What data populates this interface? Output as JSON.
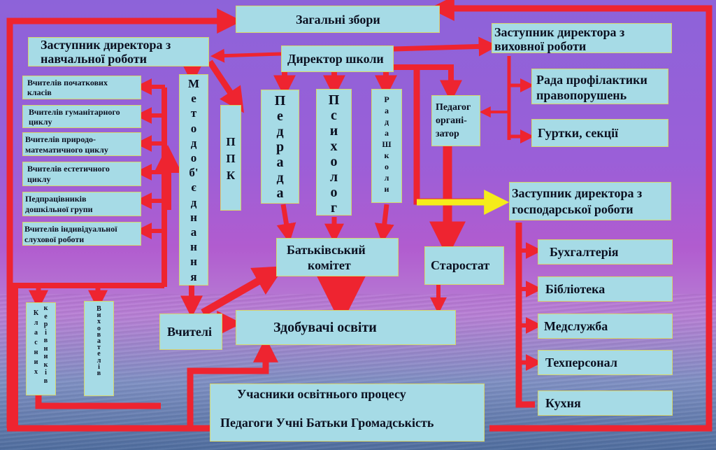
{
  "general_meeting": "Загальні збори",
  "director": "Директор школи",
  "deputy_academic": [
    "Заступник директора з",
    "навчальної роботи"
  ],
  "deputy_upbringing": [
    "Заступник директора з",
    "виховної роботи"
  ],
  "deputy_economic": [
    "Заступник директора з",
    "господарської роботи"
  ],
  "crime_prevention_council": [
    "Рада профілактики",
    "правопорушень"
  ],
  "clubs_sections": "Гуртки, секції",
  "teacher_groups": [
    [
      "Вчителів початкових",
      "класів"
    ],
    [
      "Вчителів гуманітарного",
      "циклу"
    ],
    [
      "Вчителів природо-",
      "математичного циклу"
    ],
    [
      "Вчителів естетичного",
      "циклу"
    ],
    [
      "Педпрацівників",
      "дошкільної групи"
    ],
    [
      "Вчителів індивідуальної",
      "слухової роботи"
    ]
  ],
  "methodical_associations": "М\nе\nт\nо\nд\nо\nб'\nє\nд\nн\nа\nн\nн\nя",
  "ppk": "П\nП\nК",
  "pedagogical_council": "П\nе\nд\nр\nа\nд\nа",
  "psychologist": "П\nс\nи\nх\nо\nл\nо\nг",
  "school_council": "Р\nа\nд\nа\nШ\nк\nо\nл\nи",
  "pedagogue_organizer": [
    "Педагог",
    "оргaні-",
    "затор"
  ],
  "class_teachers": "К\nл\nа\nс\nн\nи\nх",
  "class_teachers_2": "к\nе\nр\nі\nв\nн\nи\nк\nі\nв",
  "educators": "В\nи\nх\nо\nв\nа\nт\nе\nл\nі\nв",
  "parents_committee": [
    "Батьківський",
    "комітет"
  ],
  "head_of_class_leaders": "Старостат",
  "teachers": "Вчителі",
  "students": "Здобувачі освіти",
  "participants_title": "Учасники освітнього процесу",
  "participants_list": "Педагоги  Учні  Батьки  Громадськість",
  "services": [
    "Бухгалтерія",
    "Бібліотека",
    "Медслужба",
    "Техперсонал",
    "Кухня"
  ],
  "colors": {
    "arrow": "#ee2430",
    "highlight_arrow": "#f5ec1a",
    "box": "#a6dbe6",
    "box_border": "#d6d46a"
  }
}
